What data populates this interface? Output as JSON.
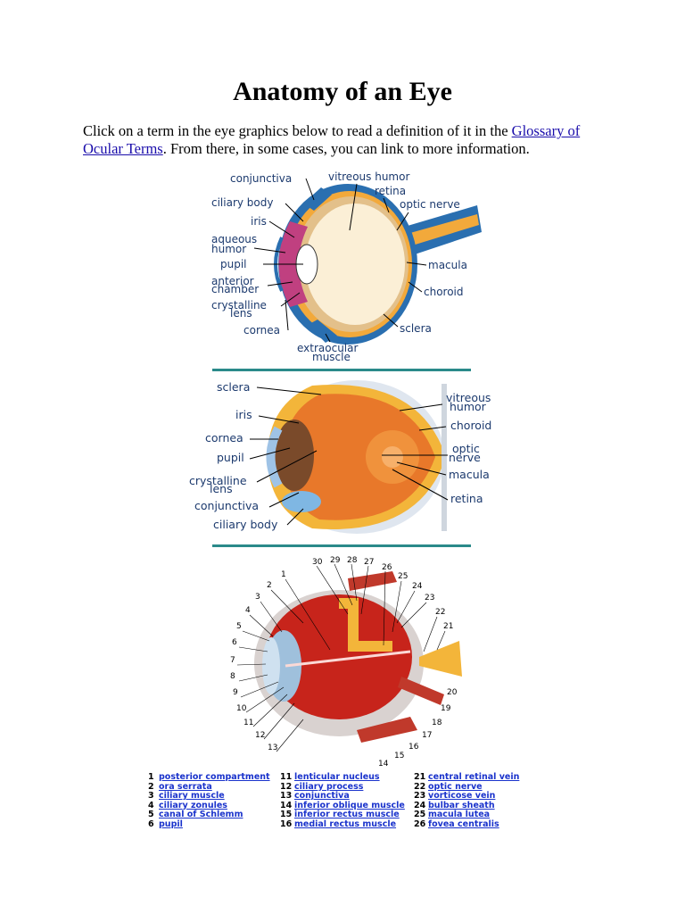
{
  "page": {
    "title": "Anatomy of an Eye",
    "intro_before": "Click on a term in the eye graphics below to read a definition of it in the ",
    "intro_link": "Glossary of Ocular Terms",
    "intro_after": ".  From there, in some cases, you can link to more information."
  },
  "diagram1": {
    "labels": [
      "conjunctiva",
      "ciliary body",
      "iris",
      "aqueous",
      "humor",
      "pupil",
      "anterior",
      "chamber",
      "crystalline",
      "lens",
      "cornea",
      "vitreous humor",
      "retina",
      "optic nerve",
      "macula",
      "choroid",
      "sclera",
      "extraocular",
      "muscle"
    ]
  },
  "diagram2": {
    "labels": [
      "sclera",
      "iris",
      "cornea",
      "pupil",
      "crystalline",
      "lens",
      "conjunctiva",
      "ciliary body",
      "vitreous",
      "humor",
      "choroid",
      "optic",
      "nerve",
      "macula",
      "retina"
    ]
  },
  "diagram3": {
    "numbers": [
      "30",
      "29",
      "28",
      "27",
      "26",
      "25",
      "24",
      "23",
      "22",
      "21",
      "20",
      "19",
      "18",
      "17",
      "16",
      "15",
      "14",
      "13",
      "12",
      "11",
      "10",
      "9",
      "8",
      "7",
      "6",
      "5",
      "4",
      "3",
      "2",
      "1"
    ]
  },
  "legend": {
    "col1": [
      {
        "n": "1",
        "term": "posterior compartment"
      },
      {
        "n": "2",
        "term": "ora serrata"
      },
      {
        "n": "3",
        "term": "ciliary muscle"
      },
      {
        "n": "4",
        "term": "ciliary zonules"
      },
      {
        "n": "5",
        "term": "canal of Schlemm"
      },
      {
        "n": "6",
        "term": "pupil"
      }
    ],
    "col2": [
      {
        "n": "11",
        "term": "lenticular nucleus"
      },
      {
        "n": "12",
        "term": "ciliary process"
      },
      {
        "n": "13",
        "term": "conjunctiva"
      },
      {
        "n": "14",
        "term": "inferior oblique muscle"
      },
      {
        "n": "15",
        "term": "inferior rectus muscle"
      },
      {
        "n": "16",
        "term": "medial rectus muscle"
      }
    ],
    "col3": [
      {
        "n": "21",
        "term": "central retinal vein"
      },
      {
        "n": "22",
        "term": "optic nerve"
      },
      {
        "n": "23",
        "term": "vorticose vein"
      },
      {
        "n": "24",
        "term": "bulbar sheath"
      },
      {
        "n": "25",
        "term": "macula lutea"
      },
      {
        "n": "26",
        "term": "fovea centralis"
      }
    ]
  },
  "colors": {
    "link": "#1a0dab",
    "label": "#1c3a6e",
    "divider": "#2a8a8a"
  }
}
